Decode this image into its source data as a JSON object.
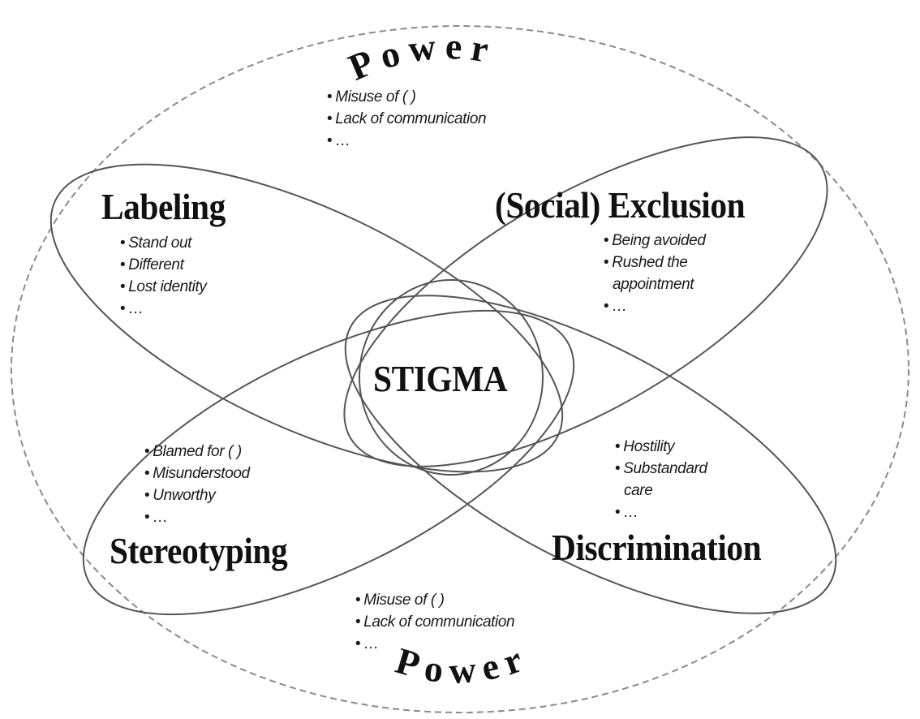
{
  "center_label": "STIGMA",
  "power_top": {
    "label": "Power",
    "items": [
      "Misuse of ( )",
      "Lack of communication",
      "…"
    ]
  },
  "power_bottom": {
    "label": "Power",
    "items": [
      "Misuse of ( )",
      "Lack of communication",
      "…"
    ]
  },
  "labeling": {
    "title": "Labeling",
    "items": [
      "Stand out",
      "Different",
      "Lost identity",
      "…"
    ]
  },
  "exclusion": {
    "title": "(Social) Exclusion",
    "items": [
      "Being avoided",
      "Rushed the",
      "appointment",
      "…"
    ]
  },
  "stereotyping": {
    "title": "Stereotyping",
    "items": [
      "Blamed for ( )",
      "Misunderstood",
      "Unworthy",
      "…"
    ]
  },
  "discrimination": {
    "title": "Discrimination",
    "items": [
      "Hostility",
      "Substandard",
      "care",
      "…"
    ]
  },
  "colors": {
    "stroke": "#555555",
    "dashed": "#888888",
    "text": "#111111"
  }
}
